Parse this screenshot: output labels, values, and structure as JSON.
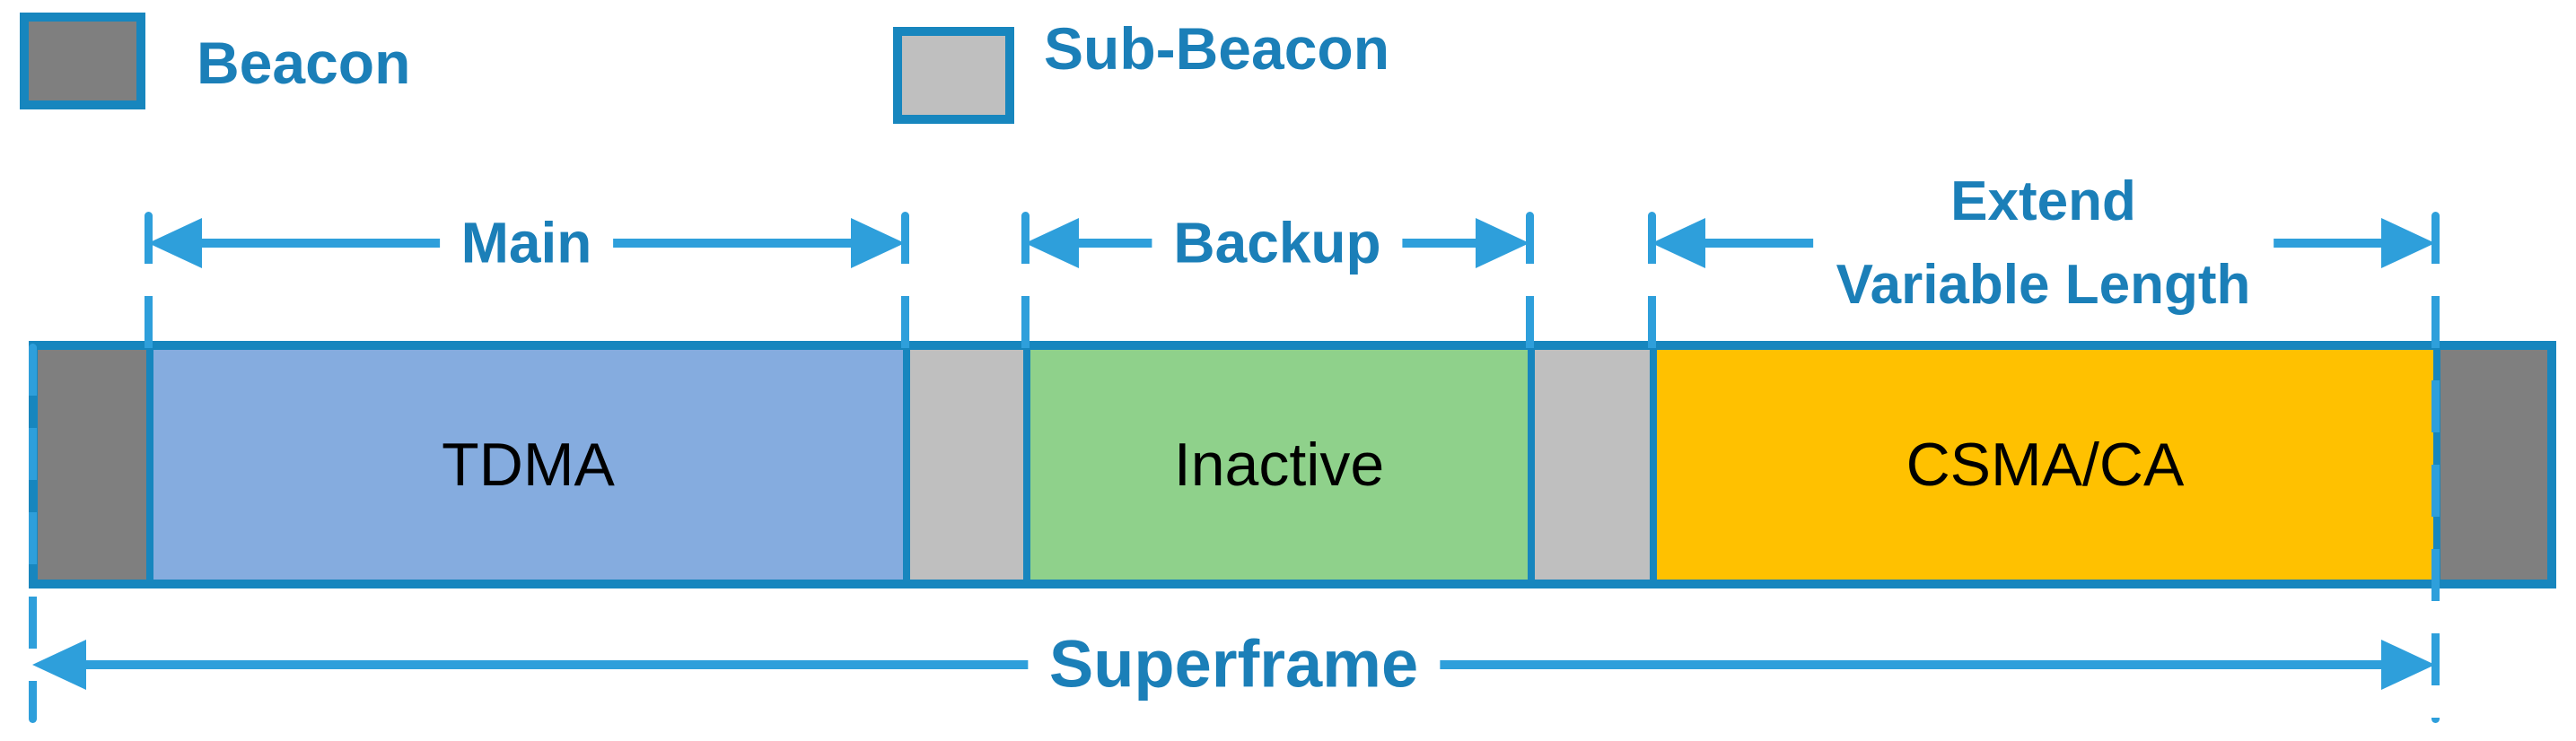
{
  "colors": {
    "accent_dark": "#1786BE",
    "accent_light": "#2E9FDB",
    "text_blue": "#1B7FB8",
    "beacon_fill": "#7F7F7F",
    "sub_beacon_fill": "#BFBFBF",
    "tdma_fill": "#85ACDF",
    "inactive_fill": "#8FD18B",
    "csma_fill": "#FFC100",
    "segment_text": "#000000"
  },
  "legend": {
    "beacon_label": "Beacon",
    "sub_beacon_label": "Sub-Beacon"
  },
  "dimensions": {
    "main_label": "Main",
    "backup_label": "Backup",
    "extend_label_line1": "Extend",
    "extend_label_line2": "Variable Length",
    "superframe_label": "Superframe"
  },
  "segments": {
    "beacon_start": "",
    "tdma_label": "TDMA",
    "sub_beacon_1": "",
    "inactive_label": "Inactive",
    "sub_beacon_2": "",
    "csma_label": "CSMA/CA",
    "beacon_end": ""
  }
}
